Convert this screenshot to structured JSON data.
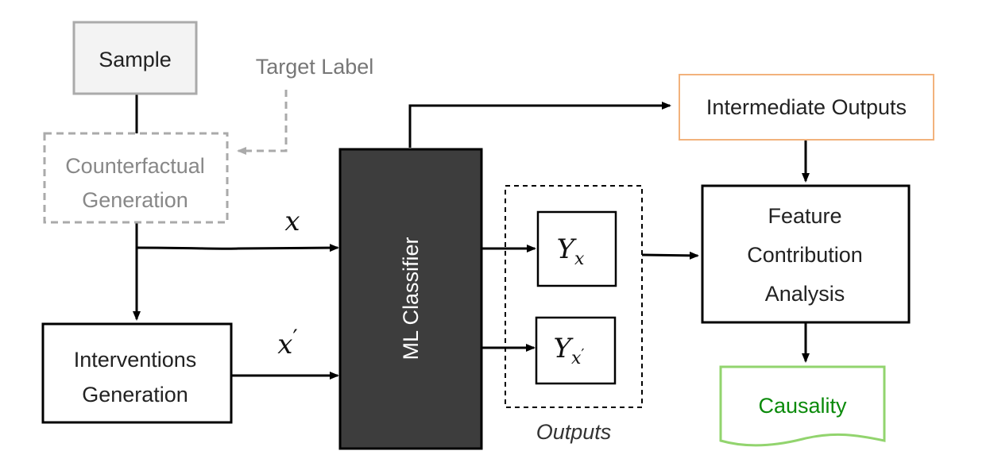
{
  "nodes": {
    "sample": "Sample",
    "target_label": "Target Label",
    "counterfactual_line1": "Counterfactual",
    "counterfactual_line2": "Generation",
    "interventions_line1": "Interventions",
    "interventions_line2": "Generation",
    "classifier": "ML Classifier",
    "intermediate": "Intermediate Outputs",
    "feature_line1": "Feature",
    "feature_line2": "Contribution",
    "feature_line3": "Analysis",
    "causality": "Causality",
    "outputs_caption": "Outputs"
  },
  "math": {
    "x": "x",
    "x_prime_base": "x",
    "x_prime_mark": "′",
    "y_base": "Y",
    "y_sub_x": "x",
    "yp_base": "Y",
    "yp_sub_x": "x",
    "yp_sub_mark": "′"
  },
  "colors": {
    "sample_border": "#aaaaaa",
    "sample_fill": "#f3f3f3",
    "counterfactual_border": "#aaaaaa",
    "target_label_text": "#777777",
    "intermediate_border": "#f2b27c",
    "classifier_fill": "#3d3d3d",
    "causality_border": "#92d46e",
    "causality_text": "#0a8a0a"
  }
}
